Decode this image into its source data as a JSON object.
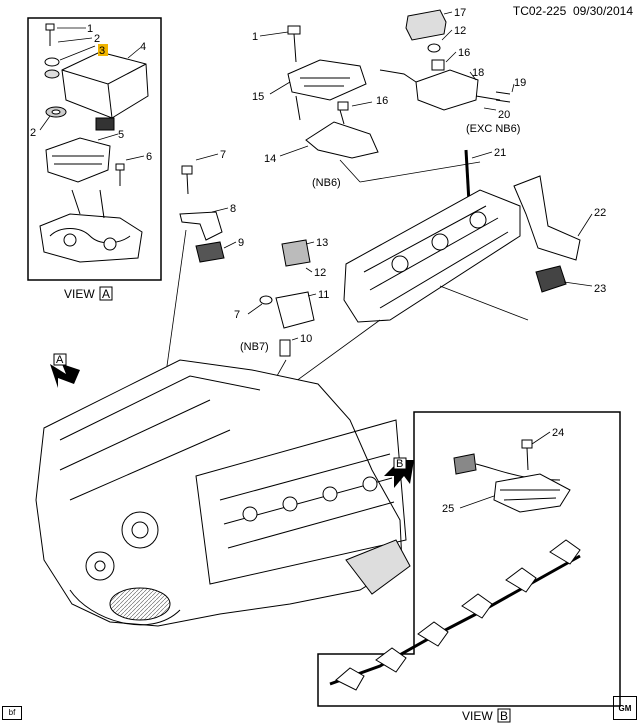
{
  "header": {
    "code": "TC02-225",
    "date": "09/30/2014"
  },
  "callouts": {
    "c1a": "1",
    "c2a": "2",
    "c3": "3",
    "c4": "4",
    "c2b": "2",
    "c5": "5",
    "c6": "6",
    "c1b": "1",
    "c15": "15",
    "c16a": "16",
    "c14": "14",
    "c17": "17",
    "c12a": "12",
    "c16b": "16",
    "c18": "18",
    "c19": "19",
    "c20": "20",
    "c21": "21",
    "c22": "22",
    "c23": "23",
    "c7a": "7",
    "c8": "8",
    "c9": "9",
    "c13": "13",
    "c12b": "12",
    "c11": "11",
    "c7b": "7",
    "c10": "10",
    "c24": "24",
    "c25": "25"
  },
  "tags": {
    "nb6": "(NB6)",
    "exc_nb6": "(EXC NB6)",
    "nb7": "(NB7)"
  },
  "views": {
    "a": {
      "prefix": "VIEW",
      "letter": "A"
    },
    "b": {
      "prefix": "VIEW",
      "letter": "B"
    }
  },
  "arrows": {
    "a": "A",
    "b": "B"
  },
  "logo": "GM",
  "corner_tag": "bf",
  "colors": {
    "highlight": "#f0b400",
    "line": "#000000",
    "shade": "#bdbdbd"
  }
}
